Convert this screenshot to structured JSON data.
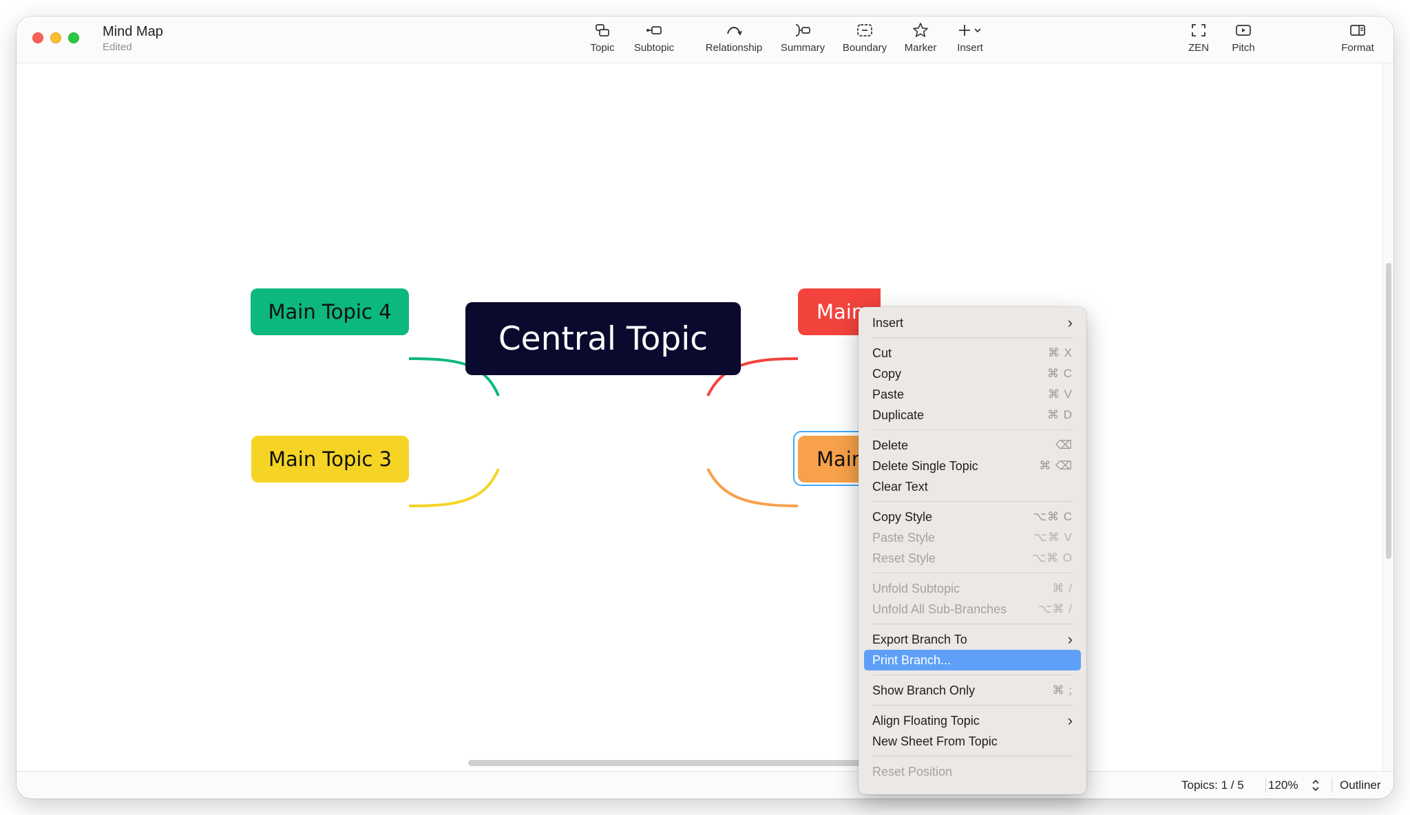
{
  "window": {
    "title": "Mind Map",
    "subtitle": "Edited"
  },
  "toolbar": {
    "topic": "Topic",
    "subtopic": "Subtopic",
    "relationship": "Relationship",
    "summary": "Summary",
    "boundary": "Boundary",
    "marker": "Marker",
    "insert": "Insert",
    "zen": "ZEN",
    "pitch": "Pitch",
    "format": "Format"
  },
  "map": {
    "central": "Central Topic",
    "topic4": "Main Topic 4",
    "topic3": "Main Topic 3",
    "topic1_partial": "Main",
    "topic2_partial": "Main",
    "colors": {
      "central": "#0a0a2e",
      "topic4": "#0cb87c",
      "topic3": "#f5d425",
      "topic1": "#f3433d",
      "topic2": "#f7a14a",
      "selection": "#42a8f5"
    }
  },
  "context_menu": {
    "insert": "Insert",
    "cut": "Cut",
    "cut_sc": "⌘ X",
    "copy": "Copy",
    "copy_sc": "⌘ C",
    "paste": "Paste",
    "paste_sc": "⌘ V",
    "duplicate": "Duplicate",
    "duplicate_sc": "⌘ D",
    "delete": "Delete",
    "delete_sc": "⌫",
    "delete_single": "Delete Single Topic",
    "delete_single_sc": "⌘ ⌫",
    "clear_text": "Clear Text",
    "copy_style": "Copy Style",
    "copy_style_sc": "⌥⌘ C",
    "paste_style": "Paste Style",
    "paste_style_sc": "⌥⌘ V",
    "reset_style": "Reset Style",
    "reset_style_sc": "⌥⌘ O",
    "unfold_subtopic": "Unfold Subtopic",
    "unfold_subtopic_sc": "⌘ /",
    "unfold_all": "Unfold All Sub-Branches",
    "unfold_all_sc": "⌥⌘ /",
    "export_branch": "Export Branch To",
    "print_branch": "Print Branch...",
    "show_branch_only": "Show Branch Only",
    "show_branch_only_sc": "⌘ ;",
    "align_floating": "Align Floating Topic",
    "new_sheet": "New Sheet From Topic",
    "reset_position": "Reset Position",
    "highlight_color": "#5ea0f7"
  },
  "status": {
    "topics": "Topics: 1 / 5",
    "zoom": "120%",
    "outliner": "Outliner"
  }
}
